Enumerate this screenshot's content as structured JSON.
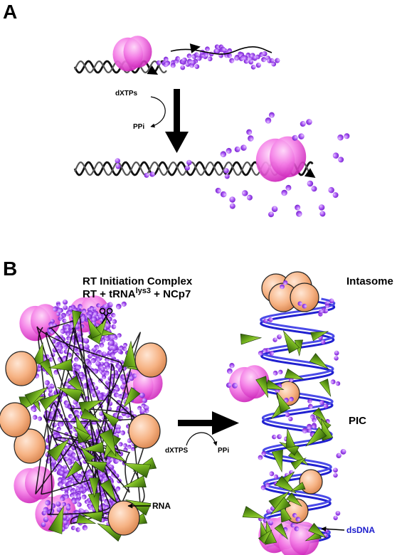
{
  "panel_a": {
    "label": "A",
    "reagent": "dXTPs",
    "byproduct": "PPi"
  },
  "panel_b": {
    "label": "B",
    "complex_title_line1": "RT Initiation Complex",
    "complex_title_prefix": "RT + tRNA",
    "complex_title_sup": "lys3",
    "complex_title_suffix": " + NCp7",
    "intasome_label": "Intasome",
    "pic_label": "PIC",
    "rna_label": "RNA",
    "dsdna_label": "dsDNA",
    "reagent": "dXTPS",
    "byproduct": "PPi"
  },
  "colors": {
    "rt_pink": "#f040d8",
    "nc_purple": "#9a3ff0",
    "in_orange": "#f0a070",
    "ma_green": "#6aa81a",
    "dna_blue": "#2020d0",
    "dsdna_label": "#1c1ccc"
  }
}
